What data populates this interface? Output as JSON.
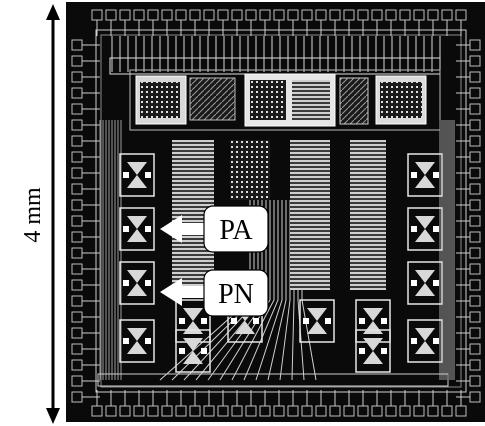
{
  "dimension_label": "4 mm",
  "callouts": [
    {
      "id": "pa",
      "label": "PA"
    },
    {
      "id": "pn",
      "label": "PN"
    }
  ],
  "colors": {
    "die": "#0a0a0a",
    "wiring": "#d8d8d8",
    "pad": "#bdbdbd",
    "callout_fill": "#ffffff"
  }
}
